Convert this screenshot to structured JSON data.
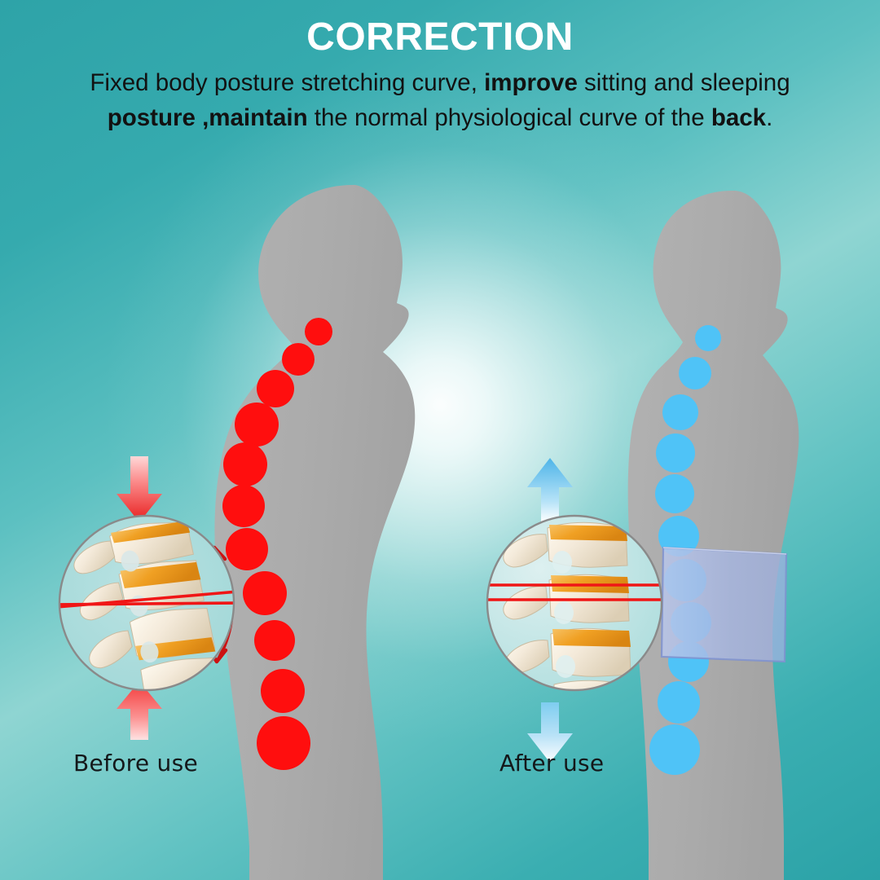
{
  "header": {
    "title": "CORRECTION",
    "subtitle_parts": [
      {
        "text": "Fixed body posture stretching curve, ",
        "bold": false
      },
      {
        "text": "improve",
        "bold": true
      },
      {
        "text": " sitting and sleeping ",
        "bold": false
      },
      {
        "text": "posture ,maintain",
        "bold": true
      },
      {
        "text": " the normal physiological curve of the ",
        "bold": false
      },
      {
        "text": "back",
        "bold": true
      },
      {
        "text": ".",
        "bold": false
      }
    ],
    "subtitle_plain": "Fixed body posture stretching curve, improve sitting and sleeping posture ,maintain the normal physiological curve of the back."
  },
  "panels": {
    "before": {
      "caption": "Before use",
      "accent_color": "#FF0E0E",
      "arrow_top": {
        "direction": "down",
        "color": "#ee2d2d"
      },
      "arrow_bottom": {
        "direction": "up",
        "color": "#f24a4a"
      },
      "curved_arrow": {
        "heads": 2,
        "color": "#cc1212"
      },
      "guide_lines": {
        "count": 2,
        "alignment": "diverging",
        "color": "#f01616"
      },
      "posture": "hunched-kyphotic",
      "spine_dot_count": 11
    },
    "after": {
      "caption": "After use",
      "accent_color": "#4FC3F7",
      "arrow_top": {
        "direction": "up",
        "color": "#56bdec"
      },
      "arrow_bottom": {
        "direction": "down",
        "color": "#7ecdf0"
      },
      "guide_lines": {
        "count": 2,
        "alignment": "parallel",
        "color": "#f01616"
      },
      "posture": "upright-aligned",
      "spine_dot_count": 11,
      "brace": {
        "name": "lumbar-support-belt",
        "color": "#8fa8de"
      }
    }
  },
  "palette": {
    "background_teal": "#2ea3a8",
    "background_light": "#8fd5d2",
    "center_glow": "#ffffff",
    "silhouette_gray": "#ABABAB",
    "bone_light": "#F6EFE1",
    "bone_shadow": "#D9CCB4",
    "disc_orange": "#F0A023",
    "title_white": "#FFFFFF",
    "text_black": "#121212"
  },
  "chart_data": {
    "type": "scatter",
    "title": "Spinal alignment before vs after use",
    "series": [
      {
        "name": "Before use (kyphotic spine nodes)",
        "color": "#FF0E0E",
        "points": [
          {
            "x": 391,
            "y": 407,
            "r": 17
          },
          {
            "x": 366,
            "y": 441,
            "r": 20
          },
          {
            "x": 338,
            "y": 477,
            "r": 23
          },
          {
            "x": 315,
            "y": 521,
            "r": 27
          },
          {
            "x": 301,
            "y": 570,
            "r": 27
          },
          {
            "x": 299,
            "y": 621,
            "r": 26
          },
          {
            "x": 303,
            "y": 674,
            "r": 26
          },
          {
            "x": 325,
            "y": 728,
            "r": 27
          },
          {
            "x": 337,
            "y": 786,
            "r": 25
          },
          {
            "x": 347,
            "y": 848,
            "r": 27
          },
          {
            "x": 348,
            "y": 912,
            "r": 33
          }
        ]
      },
      {
        "name": "After use (aligned spine nodes)",
        "color": "#4FC3F7",
        "points": [
          {
            "x": 869,
            "y": 415,
            "r": 16
          },
          {
            "x": 853,
            "y": 458,
            "r": 20
          },
          {
            "x": 835,
            "y": 506,
            "r": 22
          },
          {
            "x": 829,
            "y": 556,
            "r": 24
          },
          {
            "x": 828,
            "y": 606,
            "r": 24
          },
          {
            "x": 833,
            "y": 658,
            "r": 25
          },
          {
            "x": 841,
            "y": 712,
            "r": 26
          },
          {
            "x": 848,
            "y": 764,
            "r": 25
          },
          {
            "x": 845,
            "y": 812,
            "r": 25
          },
          {
            "x": 833,
            "y": 862,
            "r": 26
          },
          {
            "x": 828,
            "y": 920,
            "r": 31
          }
        ]
      }
    ],
    "xlabel": "",
    "ylabel": "",
    "grid": false,
    "legend": "none"
  }
}
